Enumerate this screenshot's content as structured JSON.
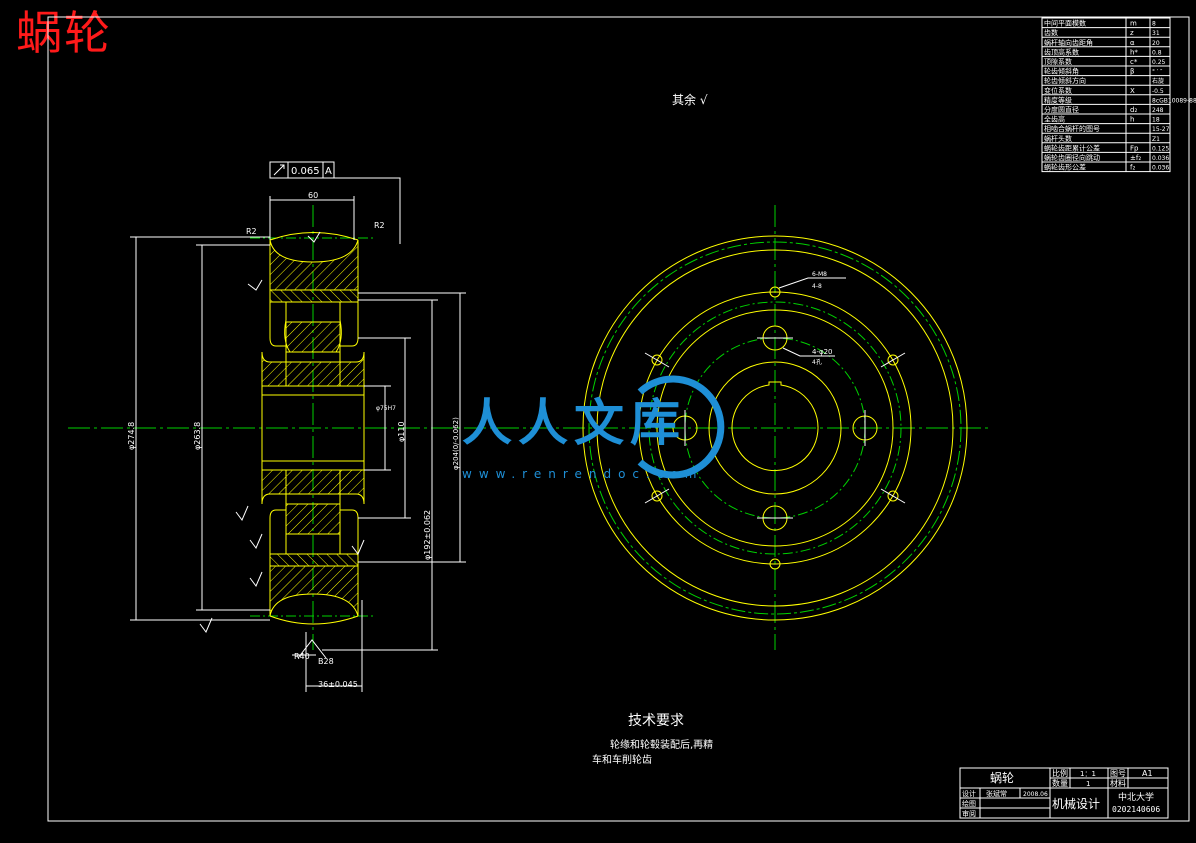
{
  "drawing_title": "蜗轮",
  "roughness_note": "其余 √",
  "params_table": [
    {
      "name": "中间平面模数",
      "symbol": "m",
      "value": "8"
    },
    {
      "name": "齿数",
      "symbol": "z",
      "value": "31"
    },
    {
      "name": "蜗杆轴向齿距角",
      "symbol": "α",
      "value": "20"
    },
    {
      "name": "齿顶高系数",
      "symbol": "h*",
      "value": "0.8"
    },
    {
      "name": "顶隙系数",
      "symbol": "c*",
      "value": "0.25"
    },
    {
      "name": "轮齿倾斜角",
      "symbol": "β",
      "value": "° ′ ″"
    },
    {
      "name": "轮齿倾斜方向",
      "symbol": "",
      "value": "右旋"
    },
    {
      "name": "变位系数",
      "symbol": "X",
      "value": "-0.5"
    },
    {
      "name": "精度等级",
      "symbol": "",
      "value": "8cGB10089-88"
    },
    {
      "name": "分度圆直径",
      "symbol": "d₂",
      "value": "248"
    },
    {
      "name": "全齿高",
      "symbol": "h",
      "value": "18"
    },
    {
      "name": "相啮合蜗杆的图号",
      "symbol": "",
      "value": "15-27"
    },
    {
      "name": "蜗杆头数",
      "symbol": "",
      "value": "Z1"
    },
    {
      "name": "蜗轮齿距累计公差",
      "symbol": "Fp",
      "value": "0.125"
    },
    {
      "name": "蜗轮齿圈径向跳动",
      "symbol": "±f₂",
      "value": "0.036"
    },
    {
      "name": "蜗轮齿形公差",
      "symbol": "f₂",
      "value": "0.036"
    }
  ],
  "section_view": {
    "tolerance_frame": {
      "value": "0.065",
      "datum": "A"
    },
    "dims": {
      "width_top": "60",
      "r_left": "R2",
      "r_right": "R2",
      "d_outer": "φ274.8",
      "d_throat": "φ263.8",
      "d_hub_outer": "φ204(0/-0.062)",
      "d_bore_key": "φ75H7",
      "d_bore": "φ110",
      "d_rim": "φ192±0.062",
      "r_bottom": "R40",
      "b_bottom": "B28",
      "hub_width": "36±0.045"
    }
  },
  "front_view": {
    "hole_note_small": "6-M8",
    "hole_note_small_sub": "4-8",
    "hole_note_big": "4-φ20",
    "hole_note_big_sub": "4孔"
  },
  "watermark": {
    "brand": "人人文库",
    "url": "www.renrendoc.com"
  },
  "tech_requirements": {
    "title": "技术要求",
    "line1": "轮缘和轮毂装配后,再精",
    "line2": "车和车削轮齿"
  },
  "title_block": {
    "part_name": "蜗轮",
    "scale_label": "比例",
    "scale_value": "1：1",
    "qty_label": "数量",
    "qty_value": "1",
    "drawing_no_label": "图号",
    "drawing_no_value": "A1",
    "material_label": "材料",
    "designer_label": "设计",
    "designer_name": "张斌常",
    "date": "2008.06",
    "drawer_label": "绘图",
    "checker_label": "审阅",
    "course": "机械设计",
    "school": "中北大学",
    "student_no": "0202140606"
  },
  "colors": {
    "outline": "#ffff00",
    "dimension": "#ffffff",
    "centerline": "#00d000",
    "title_red": "#ff1a1a",
    "watermark_blue": "#1e8fd6"
  }
}
